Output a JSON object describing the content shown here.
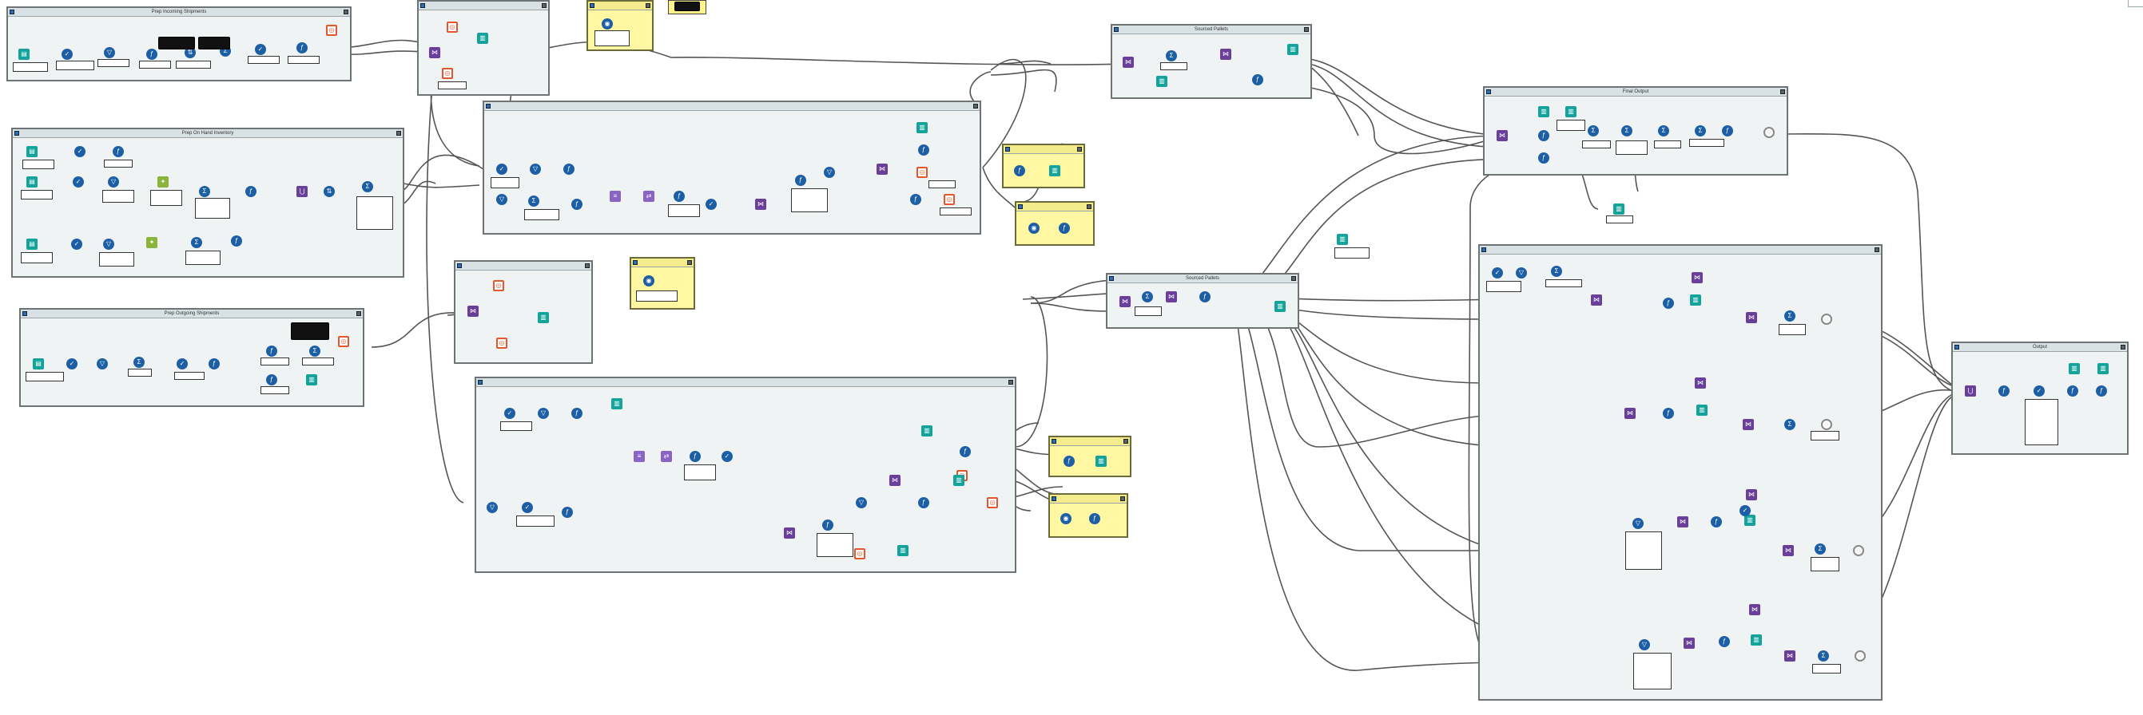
{
  "containers": {
    "prep_incoming_shipments": "Prep Incoming Shipments",
    "prep_on_hand_inventory": "Prep On Hand Inventory",
    "prep_outgoing_shipments": "Prep Outgoing Shipments",
    "sourced_pallets": "Sourced Pallets",
    "final_output": "Final Output",
    "output": "Output"
  },
  "colors": {
    "container_bg": "#eff3f4",
    "container_border": "#6e7476",
    "comment_yellow": "#fff7a1",
    "input_teal": "#12a39a",
    "join_purple": "#6a3f9c",
    "prep_blue": "#1d5fa4",
    "browse_orange": "#e4572e",
    "formula_green": "#8bb53a"
  },
  "icons": {
    "input": "book-icon",
    "select": "check-icon",
    "formula": "flask-icon",
    "join": "join-icon",
    "union": "union-icon",
    "summarize": "sigma-icon",
    "output": "output-icon",
    "browse": "binoculars-icon"
  }
}
